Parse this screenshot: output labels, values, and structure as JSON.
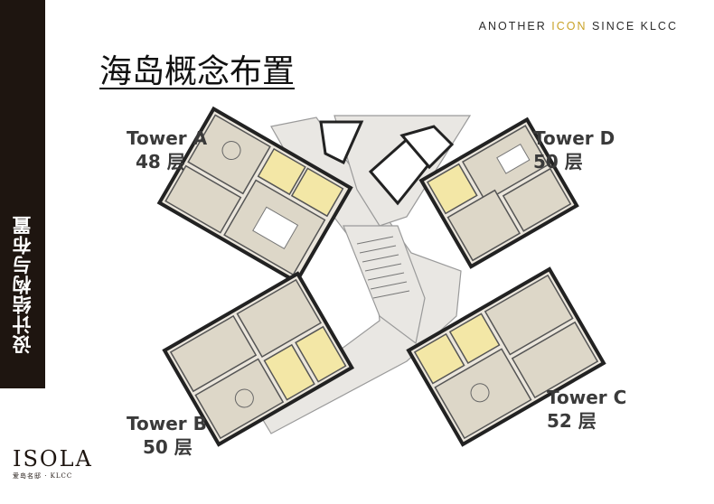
{
  "header": {
    "tagline_pre": "ANOTHER ",
    "tagline_accent": "ICON",
    "tagline_post": " SINCE KLCC",
    "accent_color": "#c9a227"
  },
  "title": "海岛概念布置",
  "sidebar": {
    "label": "设计结构与布置",
    "background": "#1e1510"
  },
  "towers": [
    {
      "name": "Tower A",
      "floors": "48 层"
    },
    {
      "name": "Tower B",
      "floors": "50 层"
    },
    {
      "name": "Tower C",
      "floors": "52 层"
    },
    {
      "name": "Tower D",
      "floors": "50 层"
    }
  ],
  "logo": {
    "word": "ISOLA",
    "sub": "爱岛名邸 · KLCC"
  }
}
